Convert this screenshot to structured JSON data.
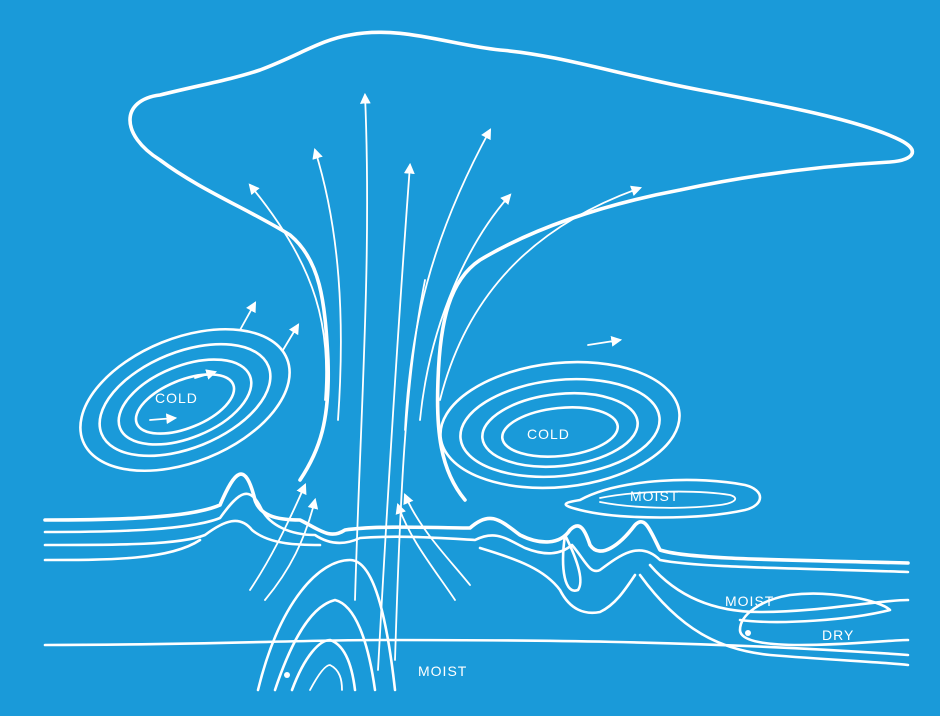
{
  "labels": {
    "cold_left": "COLD",
    "cold_right": "COLD",
    "moist_lens": "MOIST",
    "moist_right": "MOIST",
    "dry": "DRY",
    "moist_bottom": "MOIST"
  },
  "colors": {
    "background": "#1a9ad9",
    "line": "#ffffff"
  }
}
